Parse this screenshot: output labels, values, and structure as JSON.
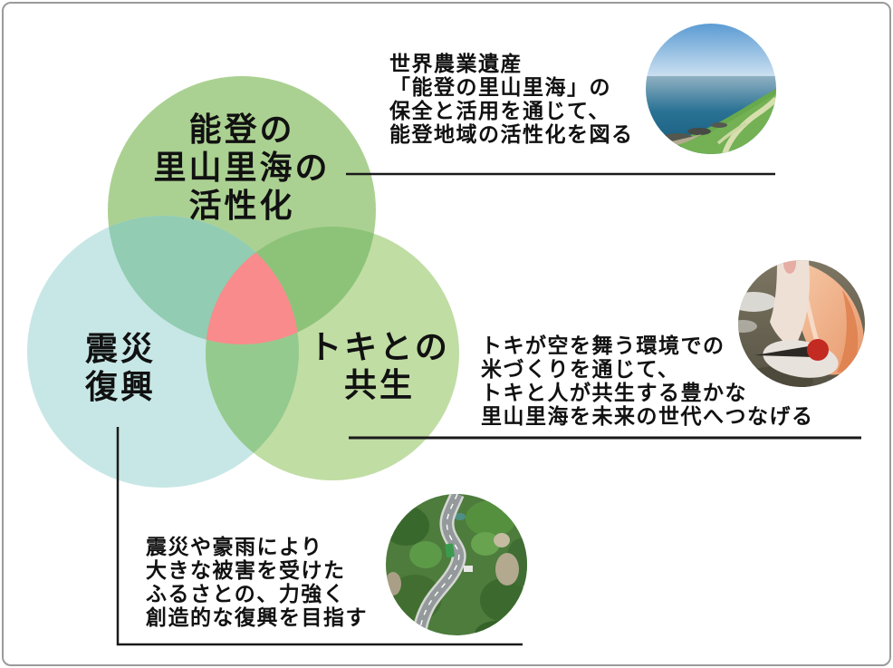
{
  "venn": {
    "circles": {
      "noto": {
        "label_lines": [
          "能登の",
          "里山里海の",
          "活性化"
        ],
        "color": "#abd192"
      },
      "shinsai": {
        "label_lines": [
          "震災",
          "復興"
        ],
        "color": "#c7e7e6"
      },
      "toki": {
        "label_lines": [
          "トキとの",
          "共生"
        ],
        "color": "#c0dda4"
      }
    },
    "overlaps": {
      "noto_shinsai": "#92ccb2",
      "noto_toki": "#8cc378",
      "shinsai_toki": "#95ca8e",
      "center": "#f98b8d"
    }
  },
  "annotations": {
    "noto": {
      "lines": [
        "世界農業遺産",
        "「能登の里山里海」の",
        "保全と活用を通じて、",
        "能登地域の活性化を図る"
      ]
    },
    "toki": {
      "lines": [
        "トキが空を舞う環境での",
        "米づくりを通じて、",
        "トキと人が共生する豊かな",
        "里山里海を未来の世代へつなげる"
      ]
    },
    "shinsai": {
      "lines": [
        "震災や豪雨により",
        "大きな被害を受けた",
        "ふるさとの、力強く",
        "創造的な復興を目指す"
      ]
    }
  },
  "photos": {
    "coast": {
      "name": "noto-satoyama-satoumi-coast-photo"
    },
    "ibis": {
      "name": "crested-ibis-toki-photo"
    },
    "road": {
      "name": "disaster-recovery-road-aerial-photo"
    }
  },
  "style": {
    "connector_color": "#1a1a1a",
    "text_color": "#111111",
    "frame_color": "#9b9b9b"
  }
}
